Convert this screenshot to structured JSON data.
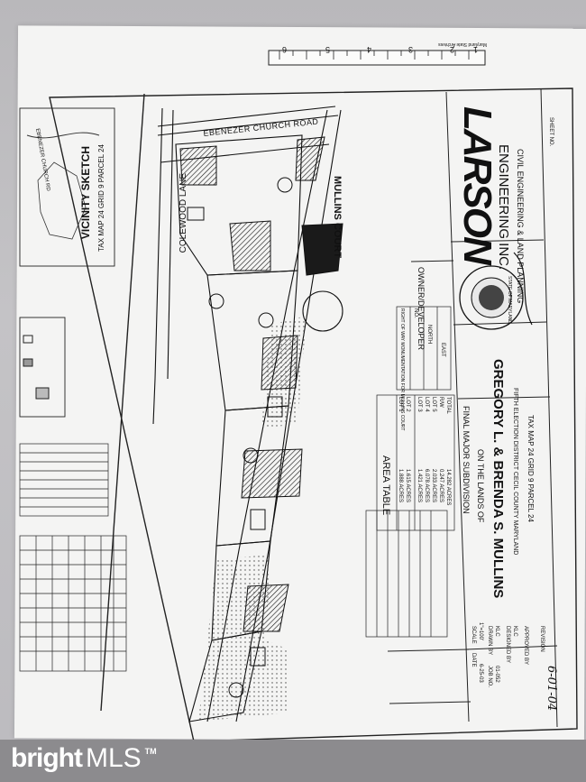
{
  "watermark": {
    "brand": "bright",
    "suffix": "MLS",
    "mark": "TM"
  },
  "ruler": {
    "numbers": [
      "6",
      "5",
      "4",
      "3",
      "2",
      "1"
    ],
    "caption": "Maryland State Archives"
  },
  "roads": {
    "main": "EBENEZER CHURCH ROAD",
    "lane": "COLEWOOD LANE",
    "court": "MULLINS COURT"
  },
  "vicinity": {
    "title": "VICINITY SKETCH",
    "subtitle": "TAX MAP 24  GRID 9  PARCEL 24",
    "note": "EBENEZER CHURCH RD"
  },
  "title_block": {
    "company": "LARSON",
    "company_sub": "ENGINEERING INC.",
    "discipline": "CIVIL ENGINEERING & LAND PLANNING",
    "owner_heading": "OWNER/DEVELOPER",
    "plan_title": "FINAL MAJOR SUBDIVISION",
    "on_lands": "ON THE LANDS OF",
    "owners": "GREGORY L. & BRENDA S. MULLINS",
    "district": "FIFTH ELECTION DISTRICT   CECIL COUNTY   MARYLAND",
    "tax": "TAX MAP 24   GRID 9   PARCEL 24",
    "seal": "STATE OF MARYLAND",
    "sheet": "SHEET NO."
  },
  "area_table": {
    "title": "AREA TABLE",
    "rows": [
      [
        "LOT 1",
        "1.888 ACRES"
      ],
      [
        "LOT 2",
        "1.615 ACRES"
      ],
      [
        "LOT 3",
        "1.421 ACRES"
      ],
      [
        "LOT 4",
        "6.078 ACRES"
      ],
      [
        "LOT 5",
        "2.033 ACRES"
      ],
      [
        "R/W",
        "0.247 ACRES"
      ],
      [
        "TOTAL",
        "14.282 ACRES"
      ]
    ]
  },
  "row_table": {
    "title": "RIGHT OF WAY MONUMENTATION FOR MULLINS COURT",
    "headers": [
      "NO.",
      "NORTH",
      "EAST"
    ]
  },
  "date_block": {
    "date_label": "DATE",
    "date": "6-25-03",
    "scale_label": "SCALE",
    "scale": "1\"=100'",
    "drawn_label": "DRAWN BY",
    "drawn": "KLC",
    "job_label": "JOB NO.",
    "job": "01-052",
    "designed_label": "DESIGNED BY",
    "designed": "KLC",
    "approved_label": "APPROVED BY",
    "revision_label": "REVISION"
  },
  "signature": {
    "text": "6-01-04"
  }
}
